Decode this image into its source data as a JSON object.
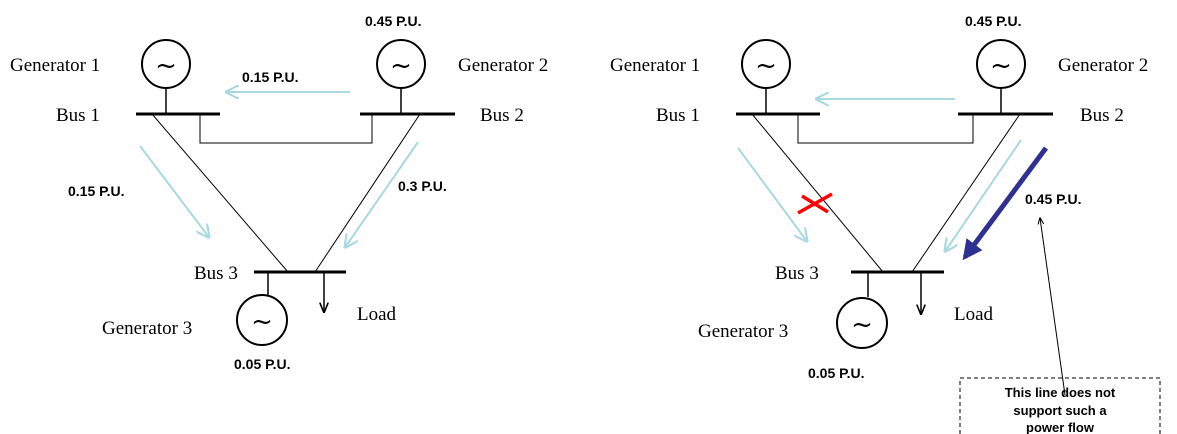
{
  "colors": {
    "line": "#000000",
    "flow_arrow": "#a8d8e0",
    "overload_arrow": "#2e3192",
    "fault_mark": "#ff0000"
  },
  "generator_symbol": "~",
  "left": {
    "generator1": "Generator 1",
    "generator2": "Generator 2",
    "generator3": "Generator 3",
    "bus1": "Bus 1",
    "bus2": "Bus 2",
    "bus3": "Bus 3",
    "load": "Load",
    "gen2_output": "0.45 P.U.",
    "gen3_output": "0.05 P.U.",
    "flow_bus2_to_bus1": "0.15 P.U.",
    "flow_bus1_to_bus3": "0.15 P.U.",
    "flow_bus2_to_bus3": "0.3 P.U."
  },
  "right": {
    "generator1": "Generator 1",
    "generator2": "Generator 2",
    "generator3": "Generator 3",
    "bus1": "Bus 1",
    "bus2": "Bus 2",
    "bus3": "Bus 3",
    "load": "Load",
    "gen2_output": "0.45 P.U.",
    "gen3_output": "0.05 P.U.",
    "flow_bus2_to_bus3": "0.45 P.U.",
    "note_line1": "This line does not",
    "note_line2": "support such a",
    "note_line3": "power flow"
  }
}
